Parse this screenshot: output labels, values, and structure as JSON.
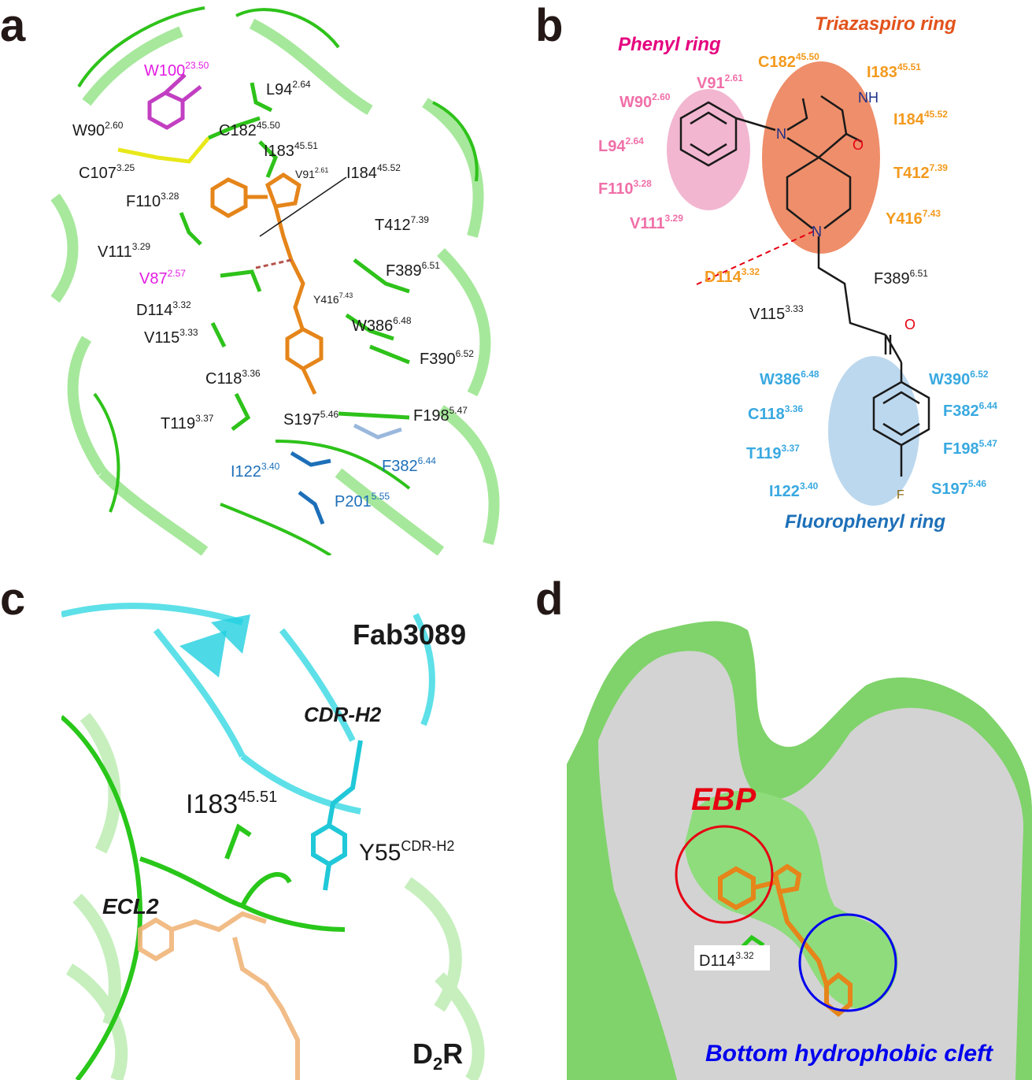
{
  "panels": {
    "a": {
      "letter": "a"
    },
    "b": {
      "letter": "b"
    },
    "c": {
      "letter": "c"
    },
    "d": {
      "letter": "d"
    }
  },
  "panel_a": {
    "residues": [
      {
        "name": "W100",
        "num": "23.50"
      },
      {
        "name": "L94",
        "num": "2.64"
      },
      {
        "name": "W90",
        "num": "2.60"
      },
      {
        "name": "C182",
        "num": "45.50"
      },
      {
        "name": "I183",
        "num": "45.51"
      },
      {
        "name": "C107",
        "num": "3.25"
      },
      {
        "name": "V91",
        "num": "2.61"
      },
      {
        "name": "I184",
        "num": "45.52"
      },
      {
        "name": "F110",
        "num": "3.28"
      },
      {
        "name": "T412",
        "num": "7.39"
      },
      {
        "name": "V111",
        "num": "3.29"
      },
      {
        "name": "V87",
        "num": "2.57"
      },
      {
        "name": "F389",
        "num": "6.51"
      },
      {
        "name": "D114",
        "num": "3.32"
      },
      {
        "name": "Y416",
        "num": "7.43"
      },
      {
        "name": "W386",
        "num": "6.48"
      },
      {
        "name": "V115",
        "num": "3.33"
      },
      {
        "name": "F390",
        "num": "6.52"
      },
      {
        "name": "C118",
        "num": "3.36"
      },
      {
        "name": "T119",
        "num": "3.37"
      },
      {
        "name": "S197",
        "num": "5.46"
      },
      {
        "name": "F198",
        "num": "5.47"
      },
      {
        "name": "I122",
        "num": "3.40"
      },
      {
        "name": "F382",
        "num": "6.44"
      },
      {
        "name": "P201",
        "num": "5.55"
      }
    ]
  },
  "panel_b": {
    "group_titles": {
      "phenyl": "Phenyl ring",
      "triazaspiro": "Triazaspiro ring",
      "fluorophenyl": "Fluorophenyl ring"
    },
    "phenyl_residues": [
      {
        "name": "W90",
        "num": "2.60"
      },
      {
        "name": "V91",
        "num": "2.61"
      },
      {
        "name": "L94",
        "num": "2.64"
      },
      {
        "name": "F110",
        "num": "3.28"
      },
      {
        "name": "V111",
        "num": "3.29"
      }
    ],
    "triazaspiro_residues": [
      {
        "name": "C182",
        "num": "45.50"
      },
      {
        "name": "I183",
        "num": "45.51"
      },
      {
        "name": "I184",
        "num": "45.52"
      },
      {
        "name": "T412",
        "num": "7.39"
      },
      {
        "name": "Y416",
        "num": "7.43"
      },
      {
        "name": "D114",
        "num": "3.32"
      }
    ],
    "other_residues": [
      {
        "name": "F389",
        "num": "6.51"
      },
      {
        "name": "V115",
        "num": "3.33"
      }
    ],
    "fluorophenyl_residues": [
      {
        "name": "W386",
        "num": "6.48"
      },
      {
        "name": "W390",
        "num": "6.52"
      },
      {
        "name": "C118",
        "num": "3.36"
      },
      {
        "name": "F382",
        "num": "6.44"
      },
      {
        "name": "T119",
        "num": "3.37"
      },
      {
        "name": "F198",
        "num": "5.47"
      },
      {
        "name": "I122",
        "num": "3.40"
      },
      {
        "name": "S197",
        "num": "5.46"
      }
    ],
    "atoms": {
      "nh": "NH",
      "n1": "N",
      "n2": "N",
      "o1": "O",
      "o2": "O",
      "f": "F"
    },
    "colors": {
      "phenyl": "#e4007f",
      "triazaspiro": "#e2531c",
      "fluorophenyl": "#1d6fb8",
      "phenyl_res": "#f06fa8",
      "triazaspiro_res": "#f39a1e",
      "fluorophenyl_res": "#39a9e0"
    }
  },
  "panel_c": {
    "fab": "Fab3089",
    "cdr": "CDR-H2",
    "i183": {
      "name": "I183",
      "num": "45.51"
    },
    "y55": {
      "name": "Y55",
      "sup": "CDR-H2"
    },
    "ecl2": "ECL2",
    "d2r": {
      "main": "D",
      "sub": "2",
      "end": "R"
    }
  },
  "panel_d": {
    "ebp": "EBP",
    "d114": {
      "name": "D114",
      "num": "3.32"
    },
    "cleft": "Bottom hydrophobic cleft"
  }
}
